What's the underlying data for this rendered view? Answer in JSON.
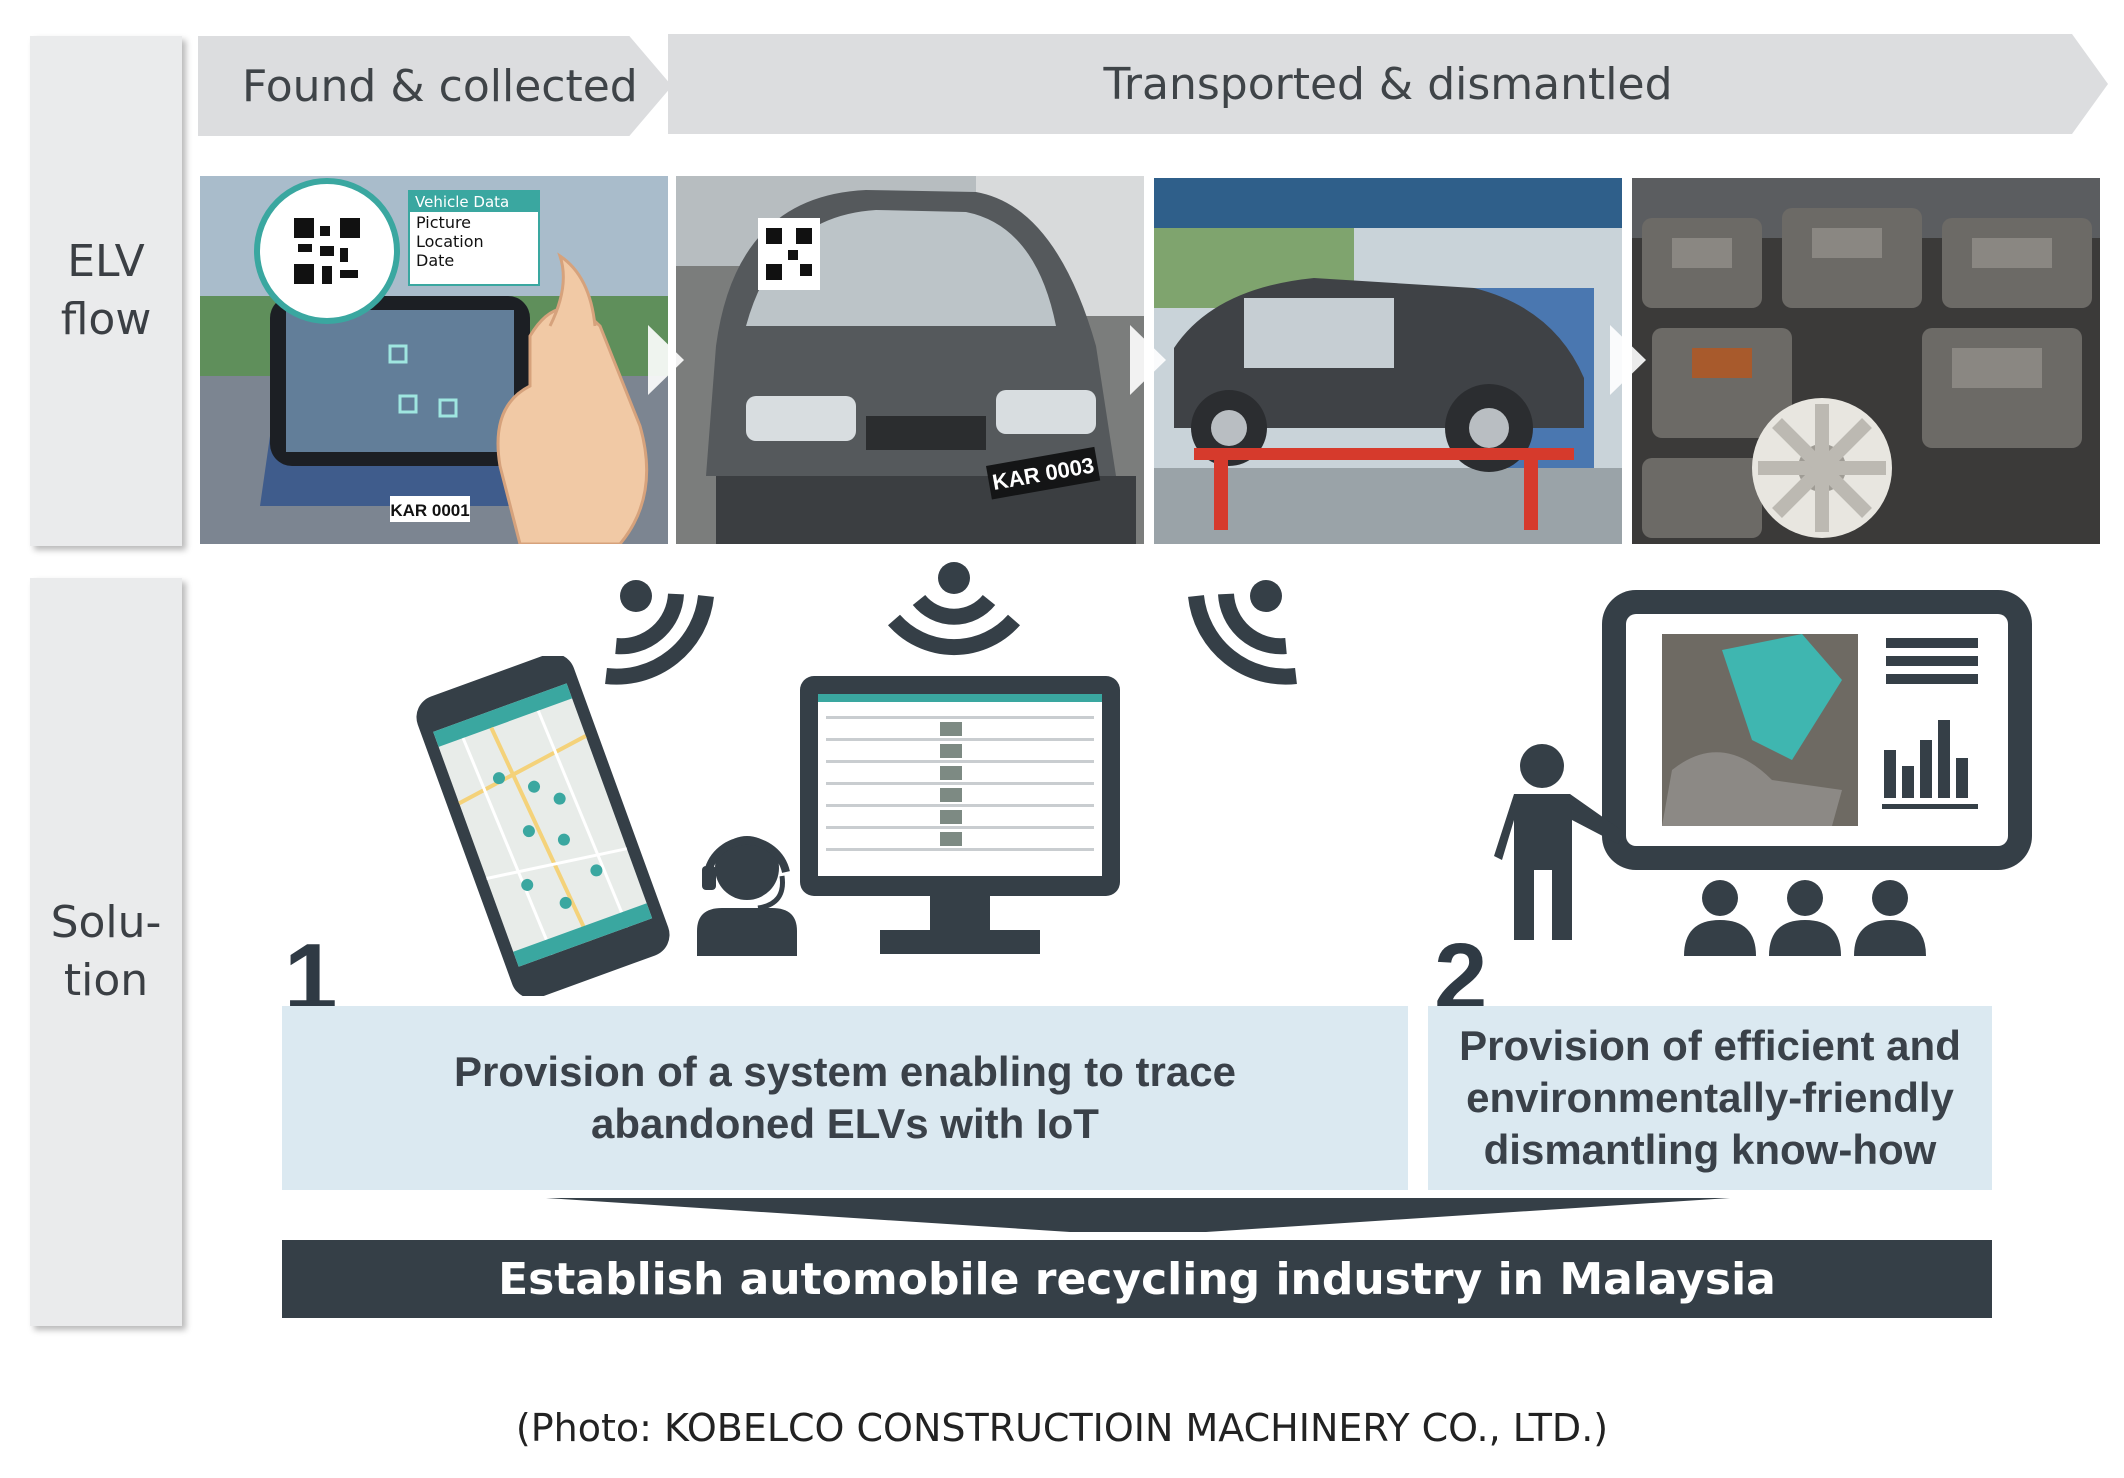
{
  "flow": {
    "stage1_label": "Found & collected",
    "stage2_label": "Transported & dismantled"
  },
  "rows": {
    "elv_flow_label": "ELV\nflow",
    "solution_label": "Solu-\ntion"
  },
  "phone_overlay": {
    "title": "Vehicle Data",
    "items": [
      "Picture",
      "Location",
      "Date"
    ]
  },
  "plates": {
    "car1": "KAR 0001",
    "car2": "KAR 0003"
  },
  "solutions": [
    {
      "number": "1",
      "text": "Provision of a system enabling to trace\nabandoned ELVs with IoT"
    },
    {
      "number": "2",
      "text": "Provision of efficient and\nenvironmentally-friendly\ndismantling know-how"
    }
  ],
  "banner": "Establish automobile recycling industry in Malaysia",
  "caption": "(Photo: KOBELCO CONSTRUCTIOIN MACHINERY CO., LTD.)",
  "colors": {
    "dark": "#353f47",
    "chevron": "#dcdddf",
    "row_tab": "#eaebec",
    "solution_box": "#dbe9f1",
    "teal": "#3aa7a0"
  },
  "icons": [
    "wifi-signal-icon",
    "smartphone-map-icon",
    "computer-monitor-icon",
    "operator-headset-icon",
    "presenter-icon",
    "audience-icon",
    "list-icon",
    "bar-chart-icon",
    "qr-code-icon",
    "arrow-right-icon"
  ]
}
